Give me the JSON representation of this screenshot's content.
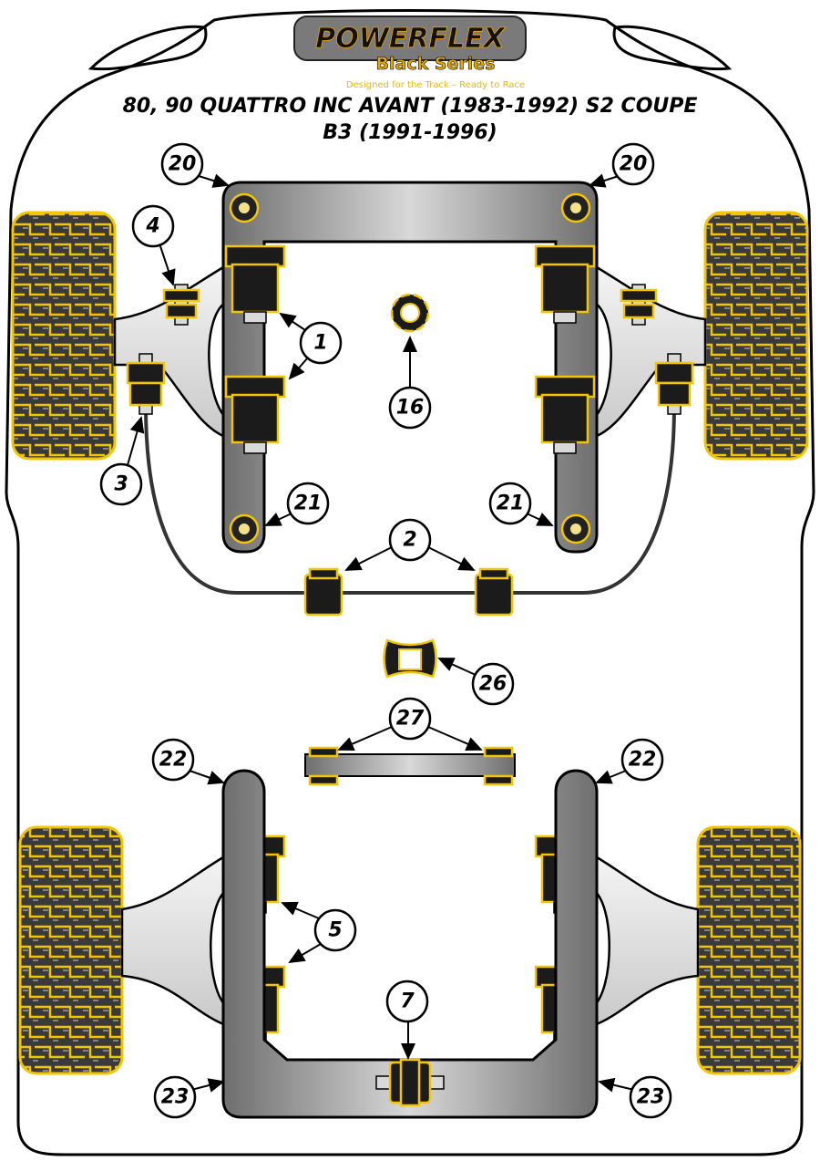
{
  "logo": {
    "brand": "POWERFLEX",
    "series": "Black Series",
    "tagline": "Designed for the Track – Ready to Race"
  },
  "title": {
    "line1": "80, 90 QUATTRO INC AVANT (1983-1992) S2 COUPE",
    "line2": "B3 (1991-1996)"
  },
  "callouts": {
    "c20": "20",
    "c4": "4",
    "c1": "1",
    "c16": "16",
    "c3": "3",
    "c21": "21",
    "c2": "2",
    "c26": "26",
    "c27": "27",
    "c22": "22",
    "c5": "5",
    "c7": "7",
    "c23": "23"
  },
  "colors": {
    "accent": "#f2c500",
    "bush": "#1b1b1b",
    "frame": "#9a9a9a"
  }
}
